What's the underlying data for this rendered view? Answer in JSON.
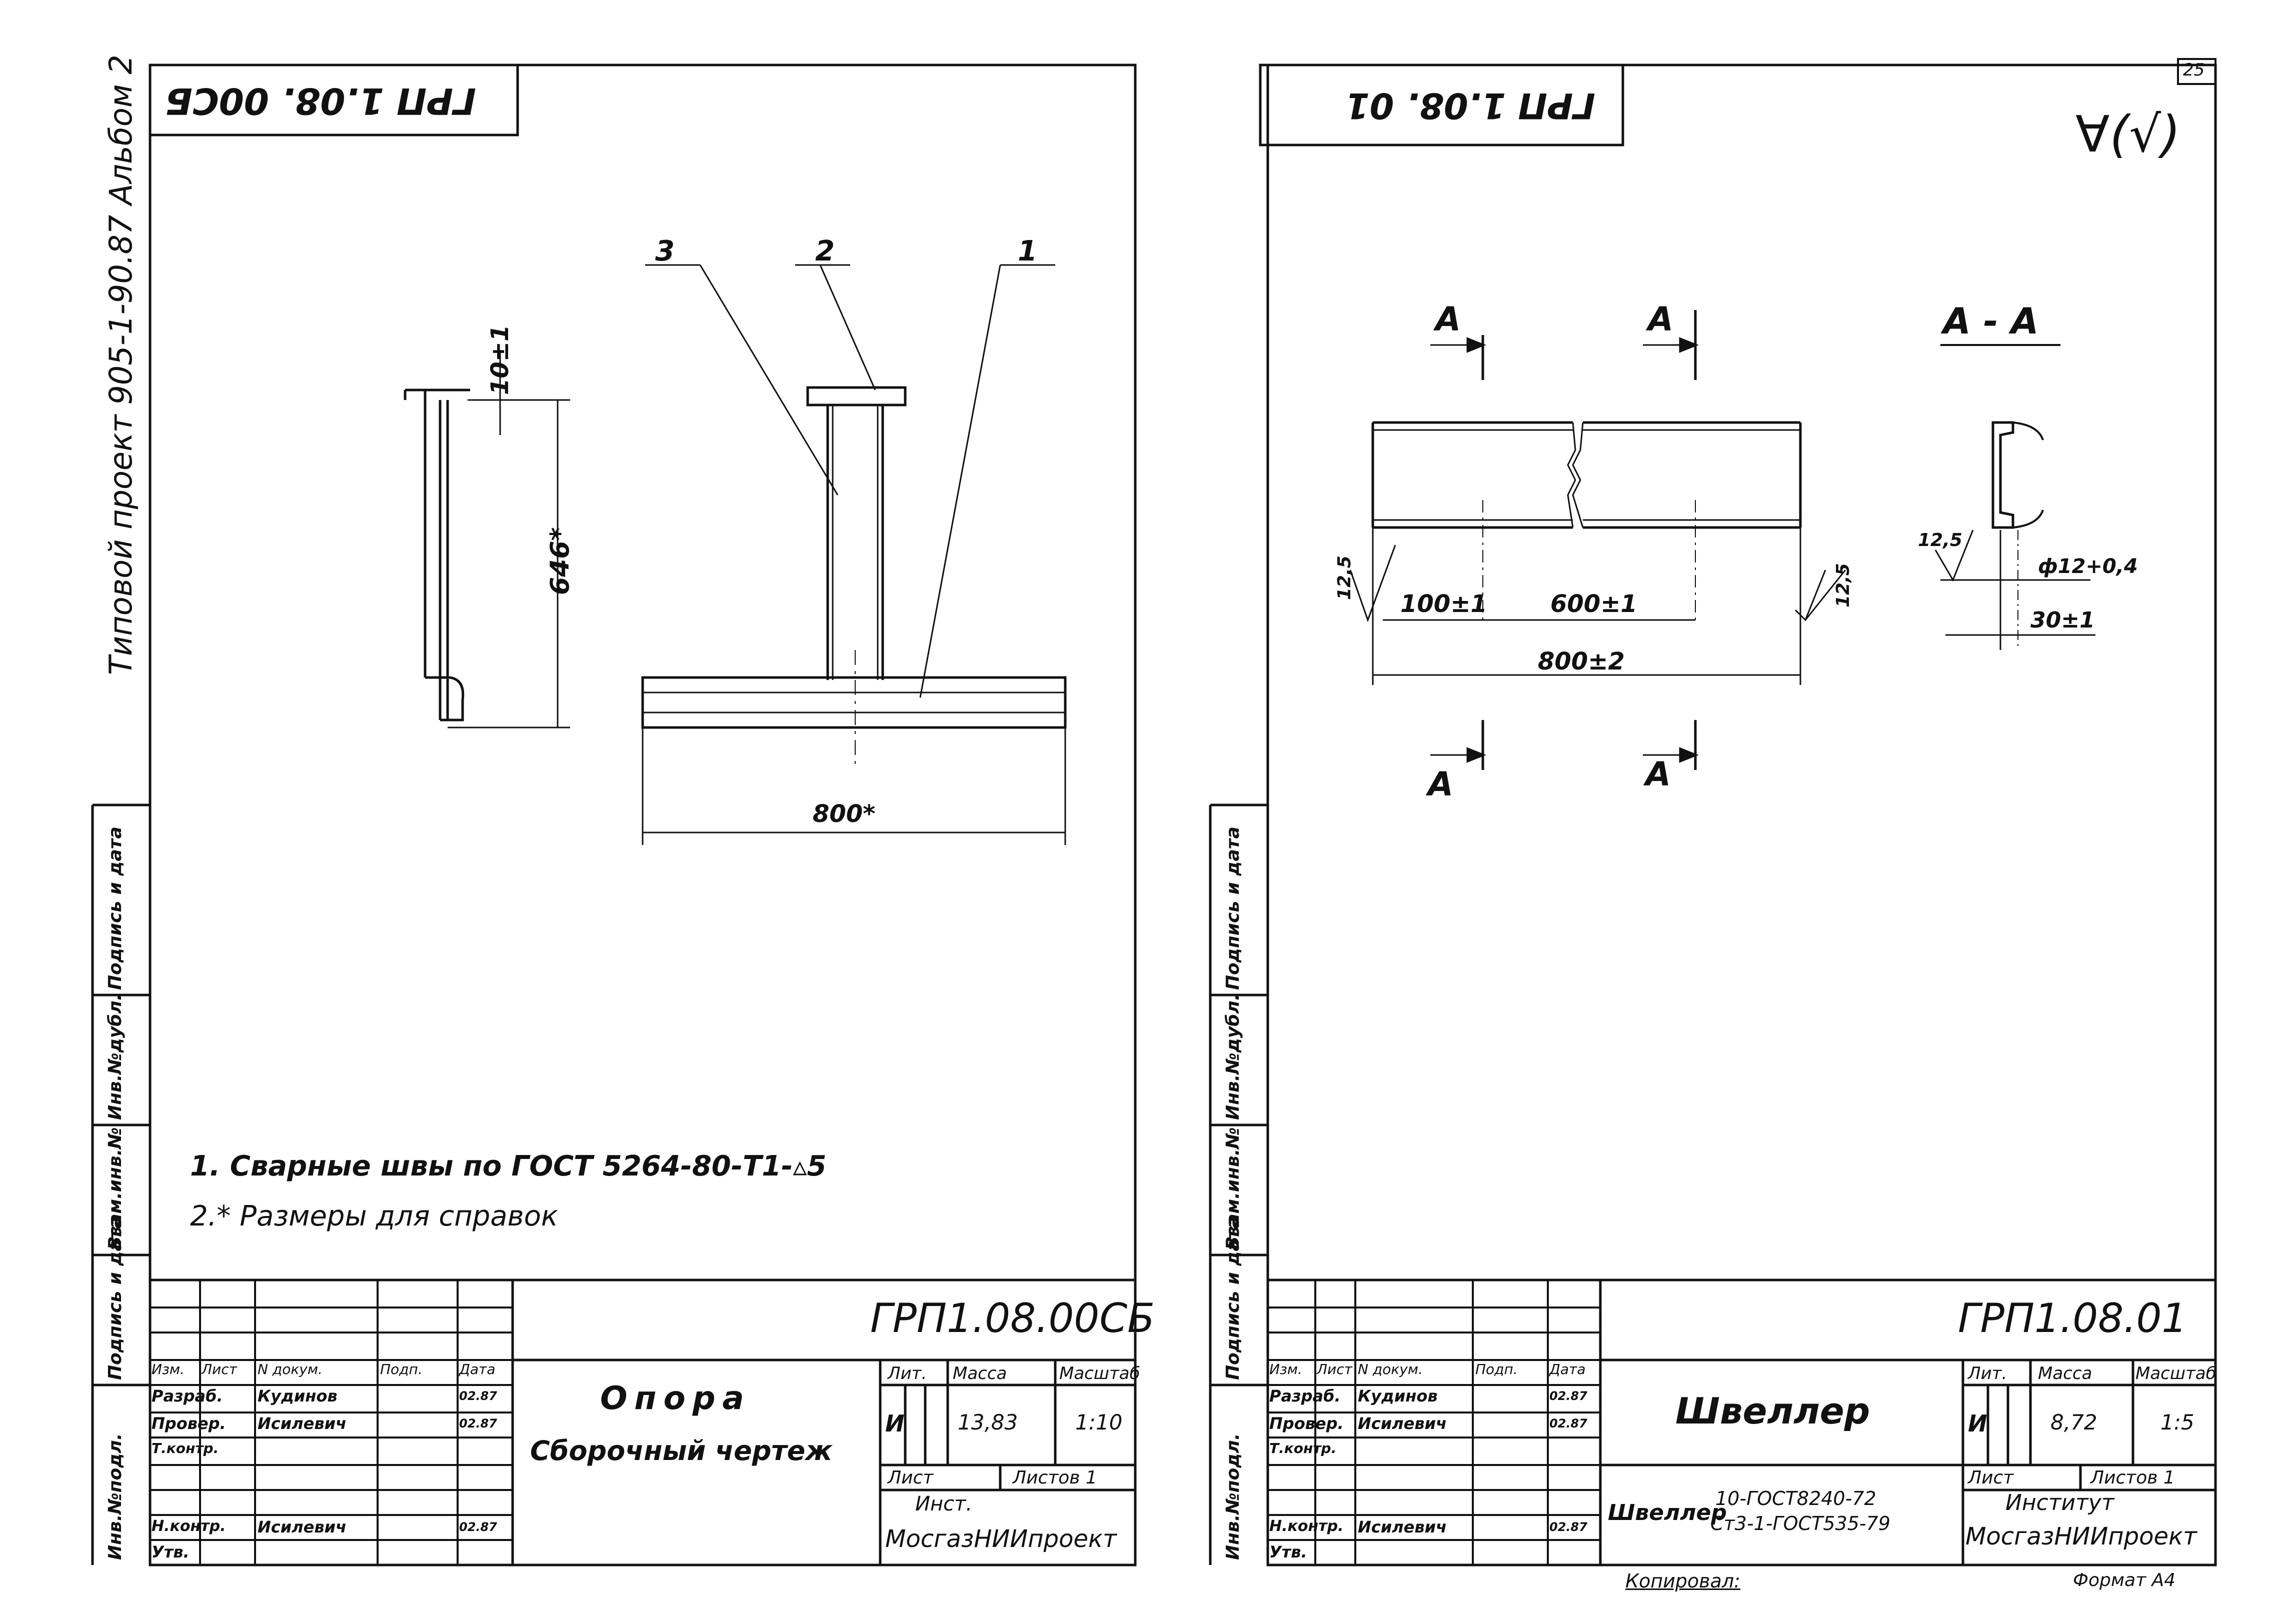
{
  "left_sheet": {
    "stamp_code": "ГРП 1.08. 00СБ",
    "album_side_text": "Типовой проект 905-1-90.87  Альбом 2",
    "callouts": [
      "3",
      "2",
      "1"
    ],
    "dim_top": "10±1",
    "dim_height": "646*",
    "dim_width": "800*",
    "notes": [
      "1. Сварные швы по ГОСТ 5264-80-Т1-▵5",
      "2.* Размеры для справок"
    ],
    "margin_fields": [
      "Инв.№подл.",
      "Подпись и дата",
      "Взам.инв.№",
      "Инв.№дубл.",
      "Подпись и дата"
    ],
    "title_block": {
      "doc_code": "ГРП1.08.00СБ",
      "name_line1": "Опора",
      "name_line2": "Сборочный чертеж",
      "head_izm": "Изм.",
      "head_list": "Лист",
      "head_doc": "N докум.",
      "head_sign": "Подп.",
      "head_date": "Дата",
      "row_razrab": "Разраб.",
      "row_razrab_name": "Кудинов",
      "row_razrab_date": "02.87",
      "row_prover": "Провер.",
      "row_prover_name": "Исилевич",
      "row_prover_date": "02.87",
      "row_tkontr": "Т.контр.",
      "row_nkontr": "Н.контр.",
      "row_nkontr_name": "Исилевич",
      "row_nkontr_date": "02.87",
      "row_utv": "Утв.",
      "lit": "Лит.",
      "mass": "Масса",
      "scale": "Масштаб",
      "lit_value": "И",
      "mass_value": "13,83",
      "scale_value": "1:10",
      "sheet": "Лист",
      "sheets": "Листов 1",
      "org1": "Инст.",
      "org2": "МосгазНИИпроект"
    }
  },
  "right_sheet": {
    "page_number": "25",
    "stamp_code": "ГРП 1.08. 01",
    "roughness_mark": "∀(√)",
    "section_marks": [
      "А",
      "А",
      "А",
      "А"
    ],
    "section_title": "А - А",
    "dim_125_left": "12,5",
    "dim_125_right": "12,5",
    "dim_125_section": "12,5",
    "dim_100": "100±1",
    "dim_600": "600±1",
    "dim_800": "800±2",
    "dim_hole": "ф12+0,4",
    "dim_30": "30±1",
    "margin_fields": [
      "Инв.№подл.",
      "Подпись и дата",
      "Взам.инв.№",
      "Инв.№дубл.",
      "Подпись и дата"
    ],
    "title_block": {
      "doc_code": "ГРП1.08.01",
      "name": "Швеллер",
      "material_prefix": "Швеллер",
      "material_top": "10-ГОСТ8240-72",
      "material_bottom": "Ст3-1-ГОСТ535-79",
      "head_izm": "Изм.",
      "head_list": "Лист",
      "head_doc": "N докум.",
      "head_sign": "Подп.",
      "head_date": "Дата",
      "row_razrab": "Разраб.",
      "row_razrab_name": "Кудинов",
      "row_razrab_date": "02.87",
      "row_prover": "Провер.",
      "row_prover_name": "Исилевич",
      "row_prover_date": "02.87",
      "row_tkontr": "Т.контр.",
      "row_nkontr": "Н.контр.",
      "row_nkontr_name": "Исилевич",
      "row_nkontr_date": "02.87",
      "row_utv": "Утв.",
      "lit": "Лит.",
      "mass": "Масса",
      "scale": "Масштаб",
      "lit_value": "И",
      "mass_value": "8,72",
      "scale_value": "1:5",
      "sheet": "Лист",
      "sheets": "Листов 1",
      "org1": "Институт",
      "org2": "МосгазНИИпроект"
    },
    "copied_by": "Копировал:",
    "format": "Формат А4"
  }
}
